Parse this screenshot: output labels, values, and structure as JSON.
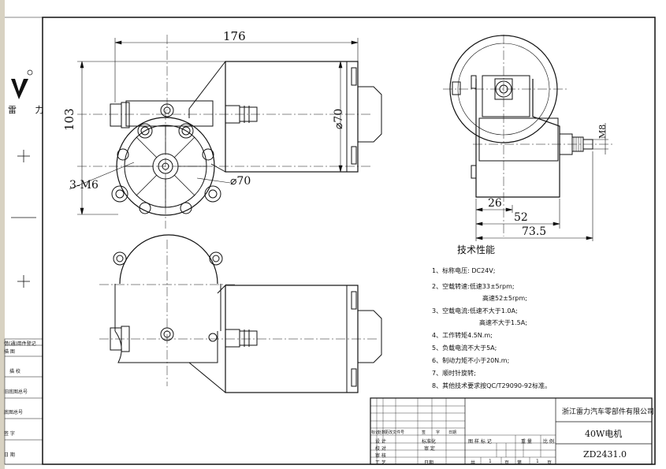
{
  "brand": {
    "name": "雷 力"
  },
  "side_labels": [
    "借(通)用件登记",
    "描 图",
    "描 校",
    "旧底图总号",
    "底图总号",
    "签 字",
    "日 期"
  ],
  "dimensions": {
    "overall_length": "176",
    "height": "103",
    "bolt_holes": "3-M6",
    "diameter_body": "⌀70",
    "diameter_flange": "⌀70",
    "shaft_thread": "M8",
    "dim_26": "26",
    "dim_52": "52",
    "dim_73_5": "73.5"
  },
  "tech_spec": {
    "title": "技术性能",
    "items": [
      "1、标称电压: DC24V;",
      "2、空载转速:低速33±5rpm;",
      "高速52±5rpm;",
      "3、空载电流:低速不大于1.0A;",
      "高速不大于1.5A;",
      "4、工作转矩4.5N.m;",
      "5、负载电流不大于5A;",
      "6、制动力矩不小于20N.m;",
      "7、顺时针旋转;",
      "8、其他技术要求按QC/T29090-92标准。"
    ]
  },
  "title_block": {
    "company": "浙江雷力汽车零部件有限公司",
    "part_name": "40W电机",
    "drawing_no": "ZD2431.0",
    "header_row": [
      "标记",
      "处数",
      "更改文件号",
      "签",
      "字",
      "日期"
    ],
    "rows": [
      "设 计",
      "校 对",
      "审 核",
      "工 艺"
    ],
    "std_label": "标准化",
    "approve_label": "审 定",
    "date_label": "日期",
    "stage_label": "图 样 标 记",
    "weight_label": "重 量",
    "scale_label": "比 例",
    "sheets_total_label": "共",
    "sheets_total": "1",
    "sheet_unit": "页",
    "sheet_no_label": "第",
    "sheet_no": "1"
  }
}
